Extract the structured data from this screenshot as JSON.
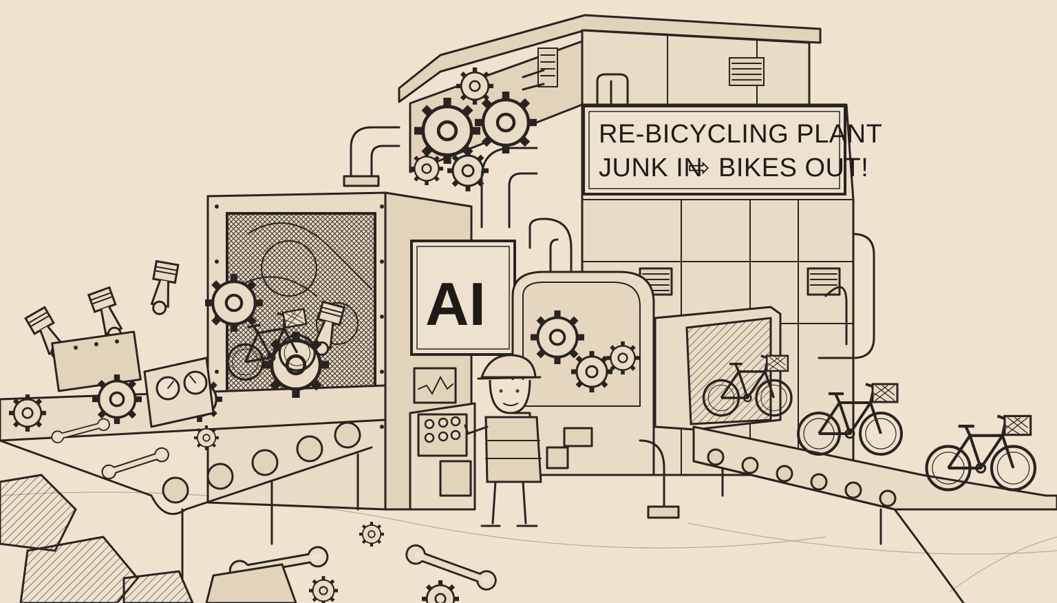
{
  "sign": {
    "line1": "RE-BICYCLING PLANT",
    "line2_left": "JUNK IN",
    "line2_arrow": "⇨",
    "line2_right": "BIKES OUT!"
  },
  "machine_label": "AI",
  "colors": {
    "paper": "#efe3d0",
    "ink": "#2a2420",
    "panel": "#e9dcc6"
  },
  "icons": [
    "gear-icon",
    "bicycle-icon",
    "wrench-icon",
    "piston-icon",
    "pipe-icon",
    "hard-hat-icon"
  ]
}
